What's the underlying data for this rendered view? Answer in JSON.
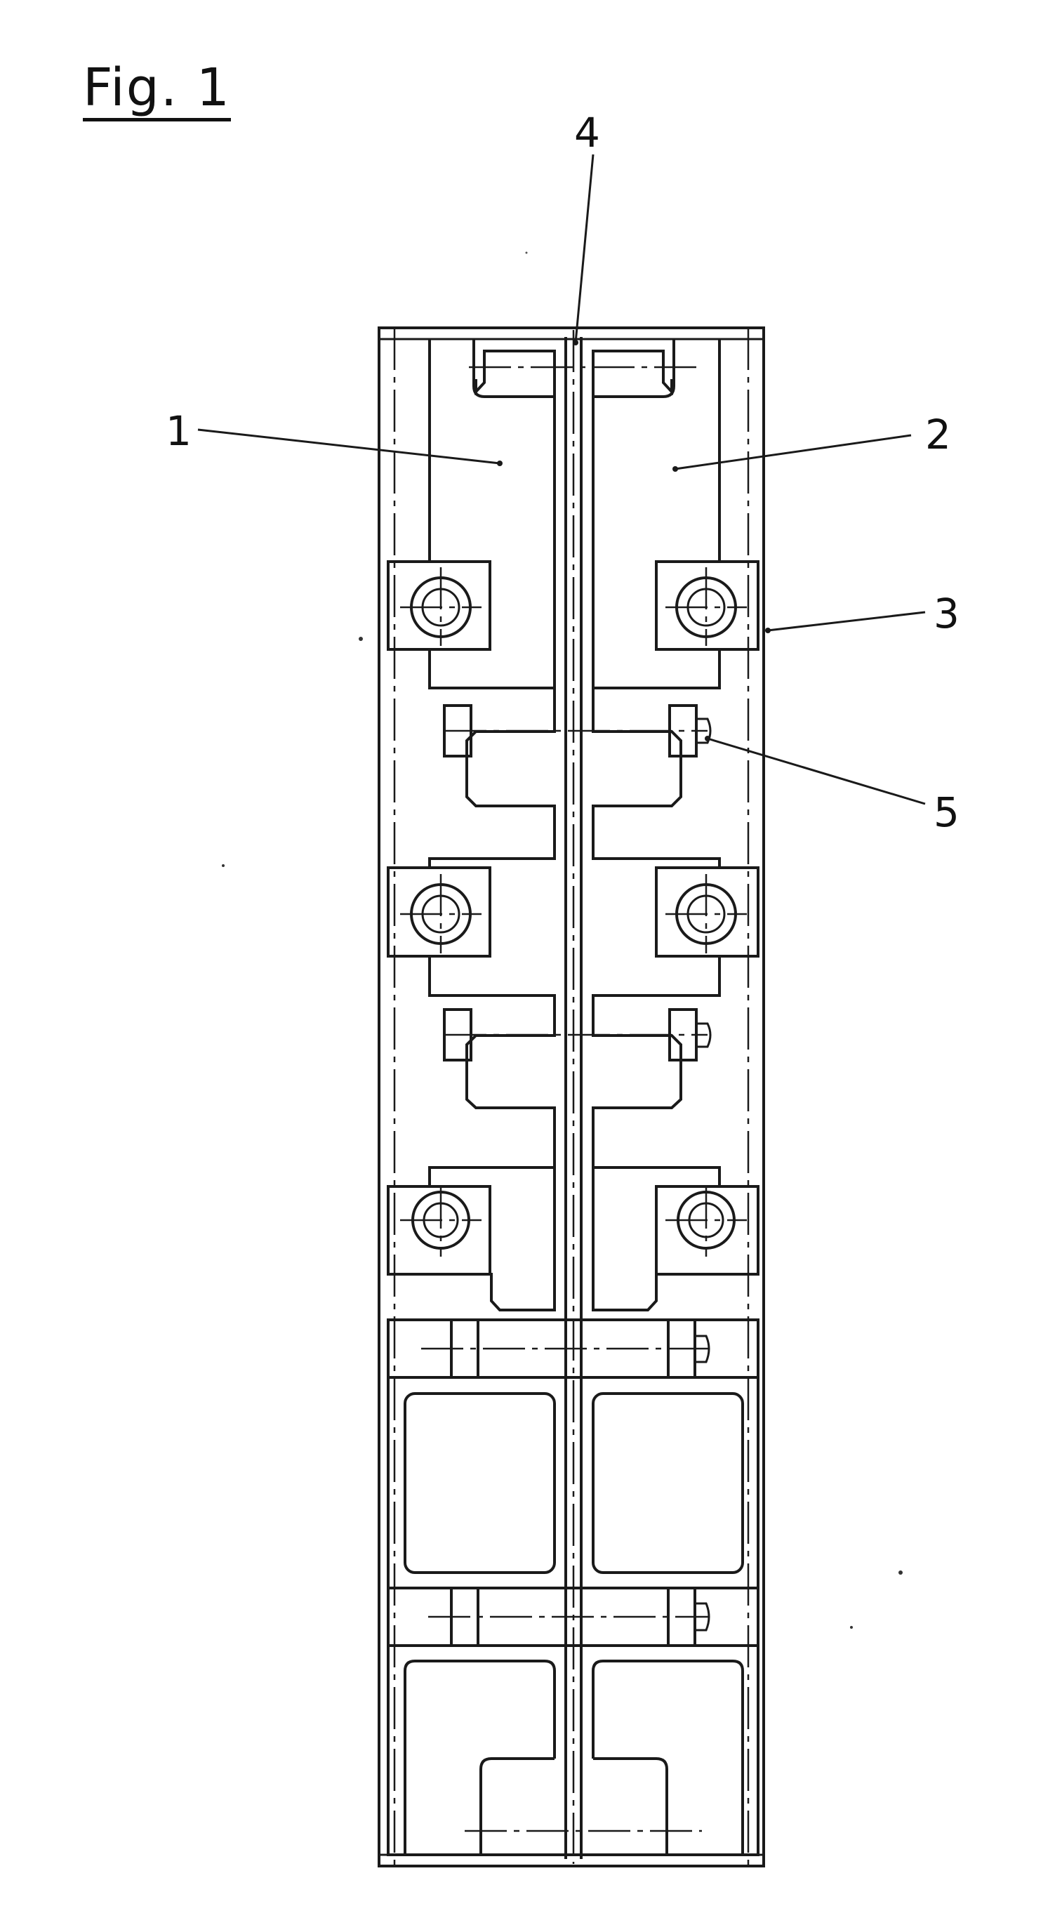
{
  "figure": {
    "title": "Fig. 1",
    "labels": [
      {
        "id": "label-1",
        "text": "1"
      },
      {
        "id": "label-2",
        "text": "2"
      },
      {
        "id": "label-3",
        "text": "3"
      },
      {
        "id": "label-4",
        "text": "4"
      },
      {
        "id": "label-5",
        "text": "5"
      }
    ]
  }
}
